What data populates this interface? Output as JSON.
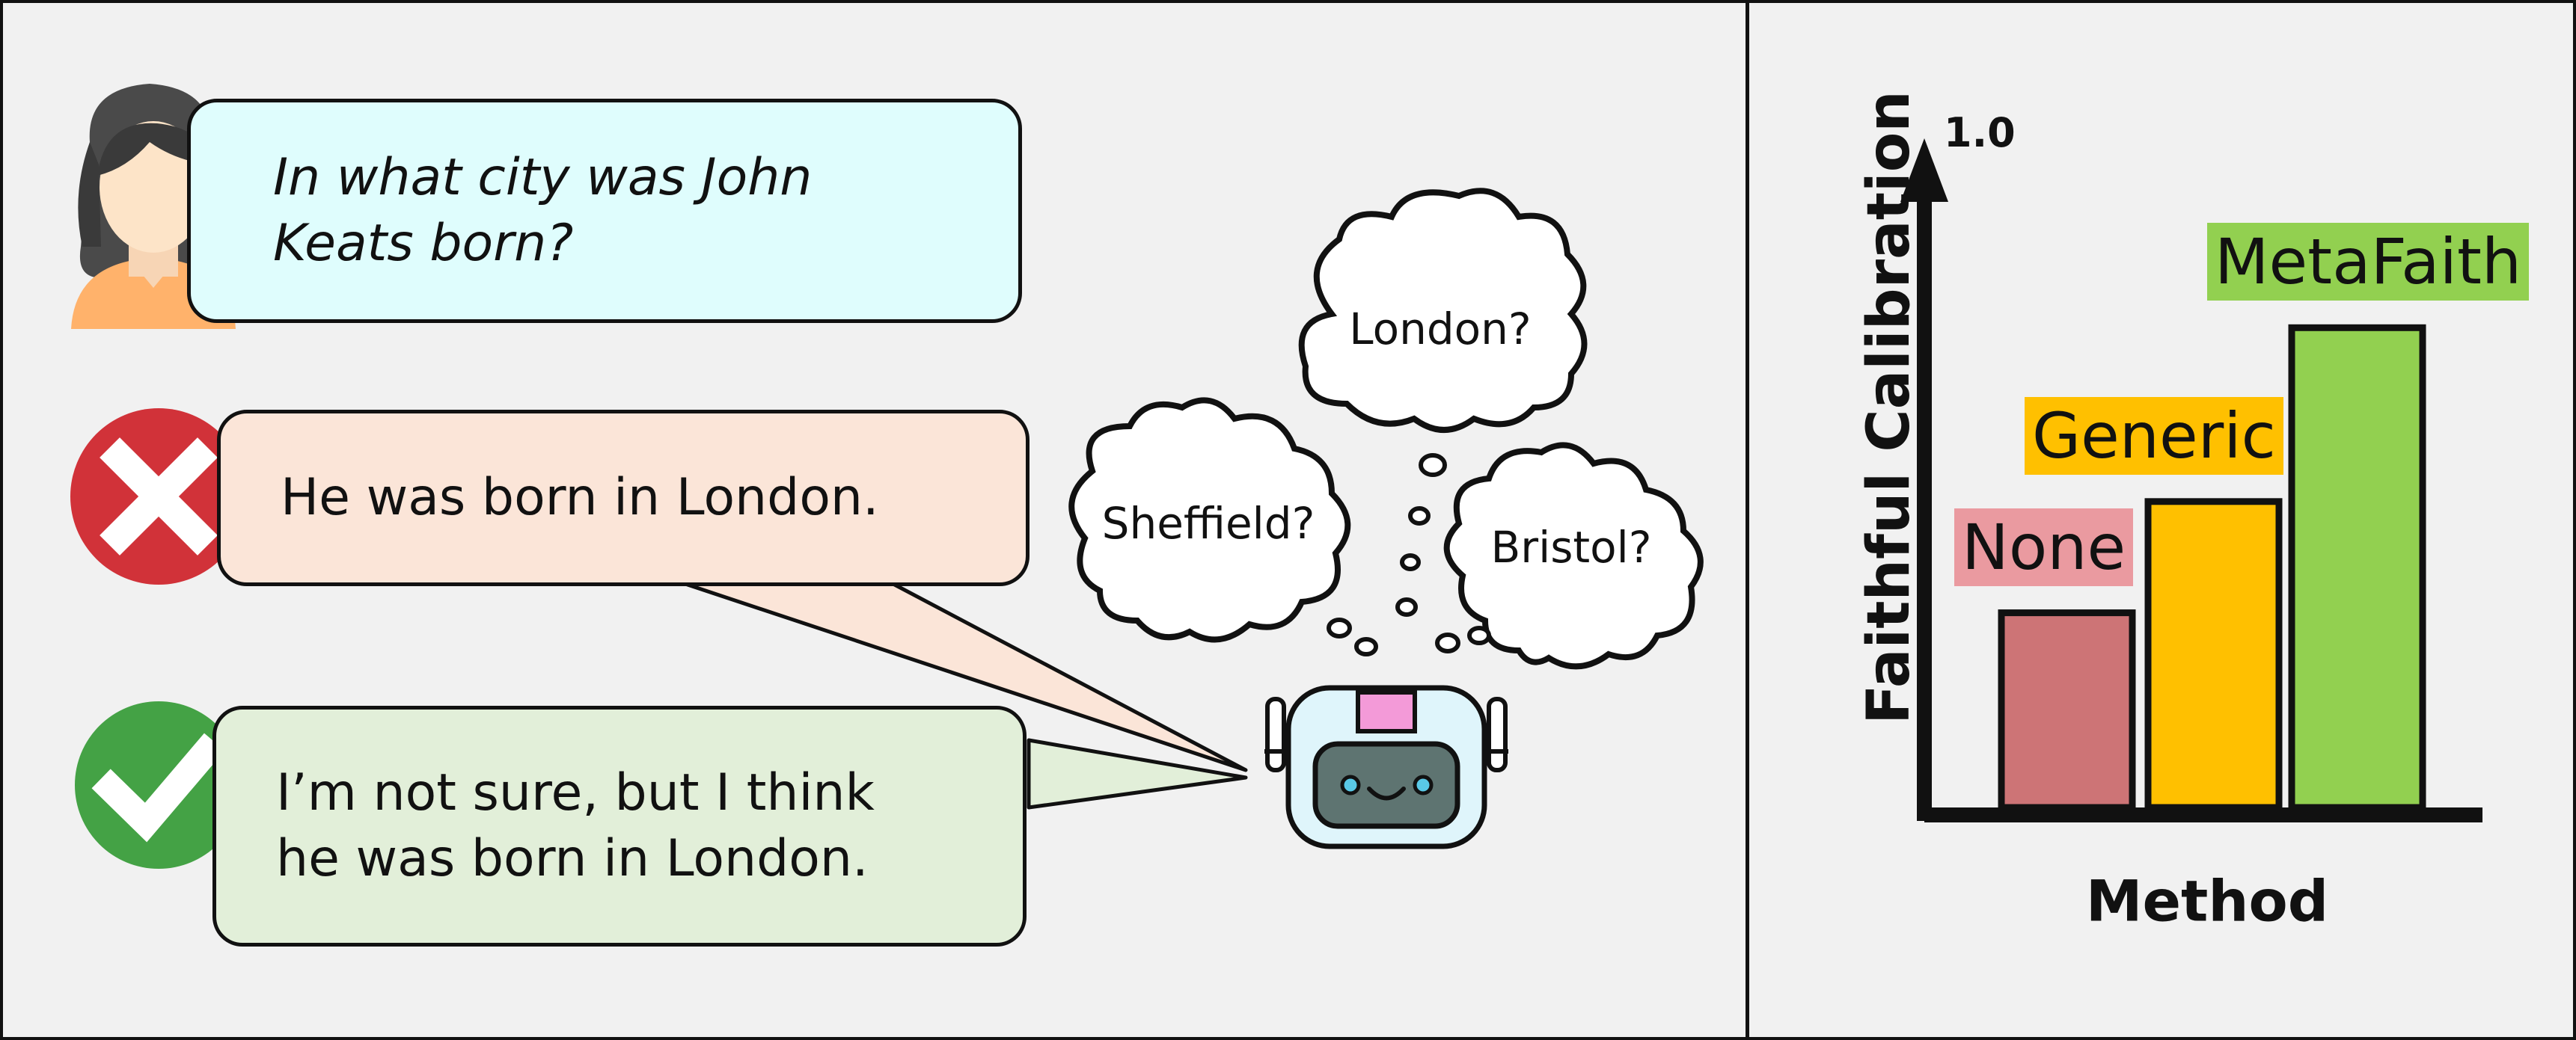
{
  "conversation": {
    "question": "In what city was John Keats born?",
    "bad_answer": "He was born in London.",
    "good_answer": "I’m not sure, but I think he was born in London."
  },
  "thoughts": [
    "London?",
    "Sheffield?",
    "Bristol?"
  ],
  "icons": {
    "user": "woman-avatar-icon",
    "wrong": "red-cross-icon",
    "right": "green-check-icon",
    "model": "robot-icon"
  },
  "colors": {
    "question_bg": "#dffdfd",
    "bad_bg": "#fbe5d8",
    "good_bg": "#e2efd9",
    "cross": "#d13239",
    "check": "#44a245",
    "none": "#cd7476",
    "generic": "#ffc000",
    "metafaith": "#92d050",
    "none_label_bg": "#ea9aa0"
  },
  "chart_data": {
    "type": "bar",
    "categories": [
      "None",
      "Generic",
      "MetaFaith"
    ],
    "values": [
      0.28,
      0.44,
      0.69
    ],
    "ylabel": "Faithful Calibration",
    "xlabel": "Method",
    "ylim": [
      0,
      1.0
    ],
    "y_top_label": "1.0"
  }
}
